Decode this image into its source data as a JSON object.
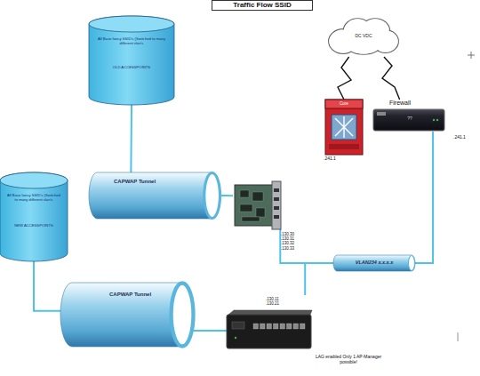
{
  "diagram": {
    "title": "Traffic Flow SSID",
    "nodes": [
      {
        "text": [
          "All Base fancy SSID's (Switched to many different vlan's",
          "OLD ACCESSPOINTS"
        ]
      },
      {
        "text": [
          "DC VDC"
        ]
      },
      {
        "text": [
          "Core",
          ".241.1"
        ]
      },
      {
        "text": [
          "Firewall",
          "??",
          ".241.1"
        ]
      },
      {
        "text": [
          "CAPWAP Tunnel"
        ]
      },
      {
        "text": [
          ".130.30 .130.31 .130.32 .130.33"
        ]
      },
      {
        "text": [
          "All Base fancy SSID's (Switched to many different vlan's",
          "NEW ACCESSPOINTS"
        ]
      },
      {
        "text": [
          "VLAN234 x.x.x.x"
        ]
      },
      {
        "text": [
          "CAPWAP Tunnel"
        ]
      },
      {
        "text": [
          ".130.11 .130.21"
        ]
      }
    ],
    "edges": [
      {
        "from": 0,
        "to": 4,
        "arrow": "none"
      },
      {
        "from": 4,
        "to": 5,
        "arrow": "none"
      },
      {
        "from": 5,
        "to": 7,
        "arrow": "none"
      },
      {
        "from": 9,
        "to": 7,
        "arrow": "none"
      },
      {
        "from": 7,
        "to": 3,
        "arrow": "none"
      },
      {
        "from": 6,
        "to": 8,
        "arrow": "none"
      },
      {
        "from": 8,
        "to": 9,
        "arrow": "none"
      },
      {
        "from": 2,
        "to": 1,
        "arrow": "none"
      },
      {
        "from": 3,
        "to": 1,
        "arrow": "none"
      }
    ],
    "labels": [
      "LAG enabled Only 1 AP-Manager possible!"
    ]
  }
}
